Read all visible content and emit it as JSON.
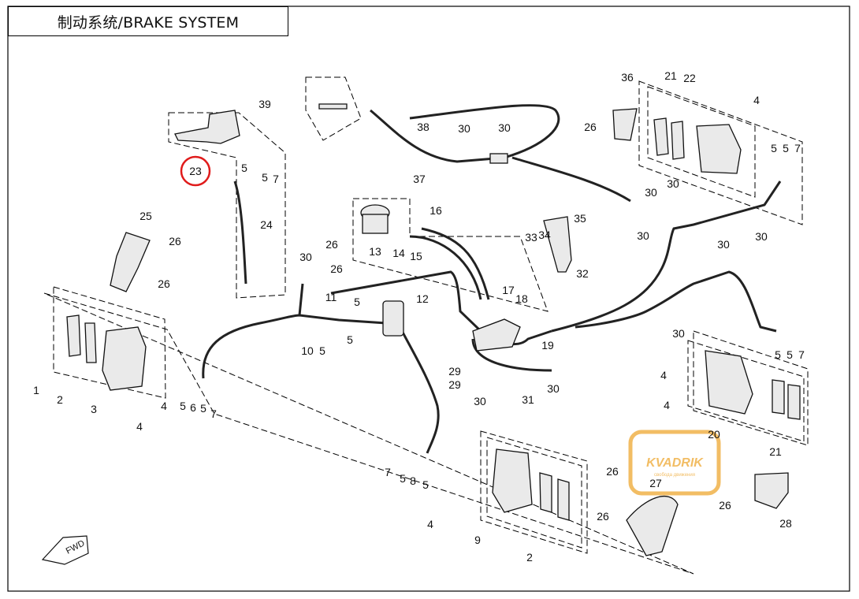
{
  "title": "制动系统/BRAKE SYSTEM",
  "fwd_label": "FWD",
  "watermark": {
    "brand": "KVADRIK",
    "tagline": "свобода движения",
    "color": "#f0b24a"
  },
  "highlight": {
    "part": "23",
    "color": "#e01b1b"
  },
  "callouts": [
    "1",
    "2",
    "3",
    "4",
    "5",
    "6",
    "7",
    "8",
    "9",
    "10",
    "11",
    "12",
    "13",
    "14",
    "15",
    "16",
    "17",
    "18",
    "19",
    "20",
    "21",
    "22",
    "23",
    "24",
    "25",
    "26",
    "27",
    "28",
    "29",
    "30",
    "31",
    "32",
    "33",
    "34",
    "35",
    "36",
    "37",
    "38",
    "39"
  ]
}
